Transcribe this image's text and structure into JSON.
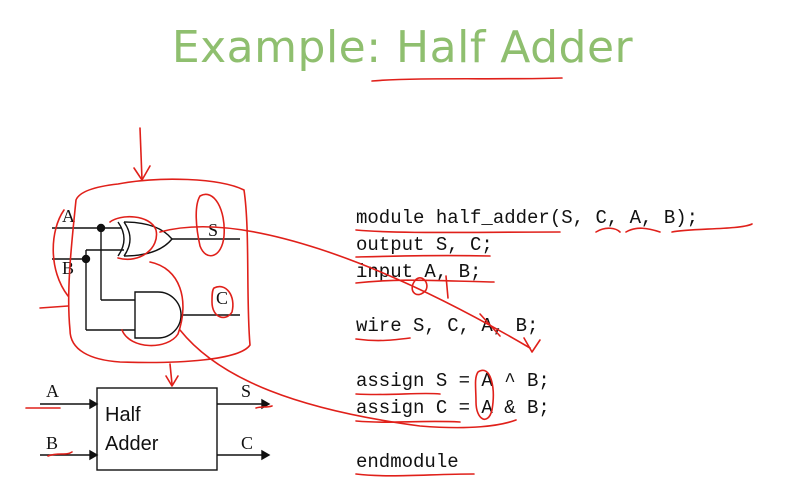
{
  "title": "Example: Half Adder",
  "colors": {
    "title": "#8fbf6f",
    "ink": "#111111",
    "annotation": "#e0201a"
  },
  "code": {
    "lines": [
      "module half_adder(S, C, A, B);",
      "output S, C;",
      "input A, B;",
      "wire S, C, A, B;",
      "assign S = A ^ B;",
      "assign C = A & B;",
      "endmodule"
    ]
  },
  "circuit": {
    "input_a": "A",
    "input_b": "B",
    "output_s": "S",
    "output_c": "C"
  },
  "block": {
    "line1": "Half",
    "line2": "Adder",
    "input_a": "A",
    "input_b": "B",
    "output_s": "S",
    "output_c": "C"
  }
}
